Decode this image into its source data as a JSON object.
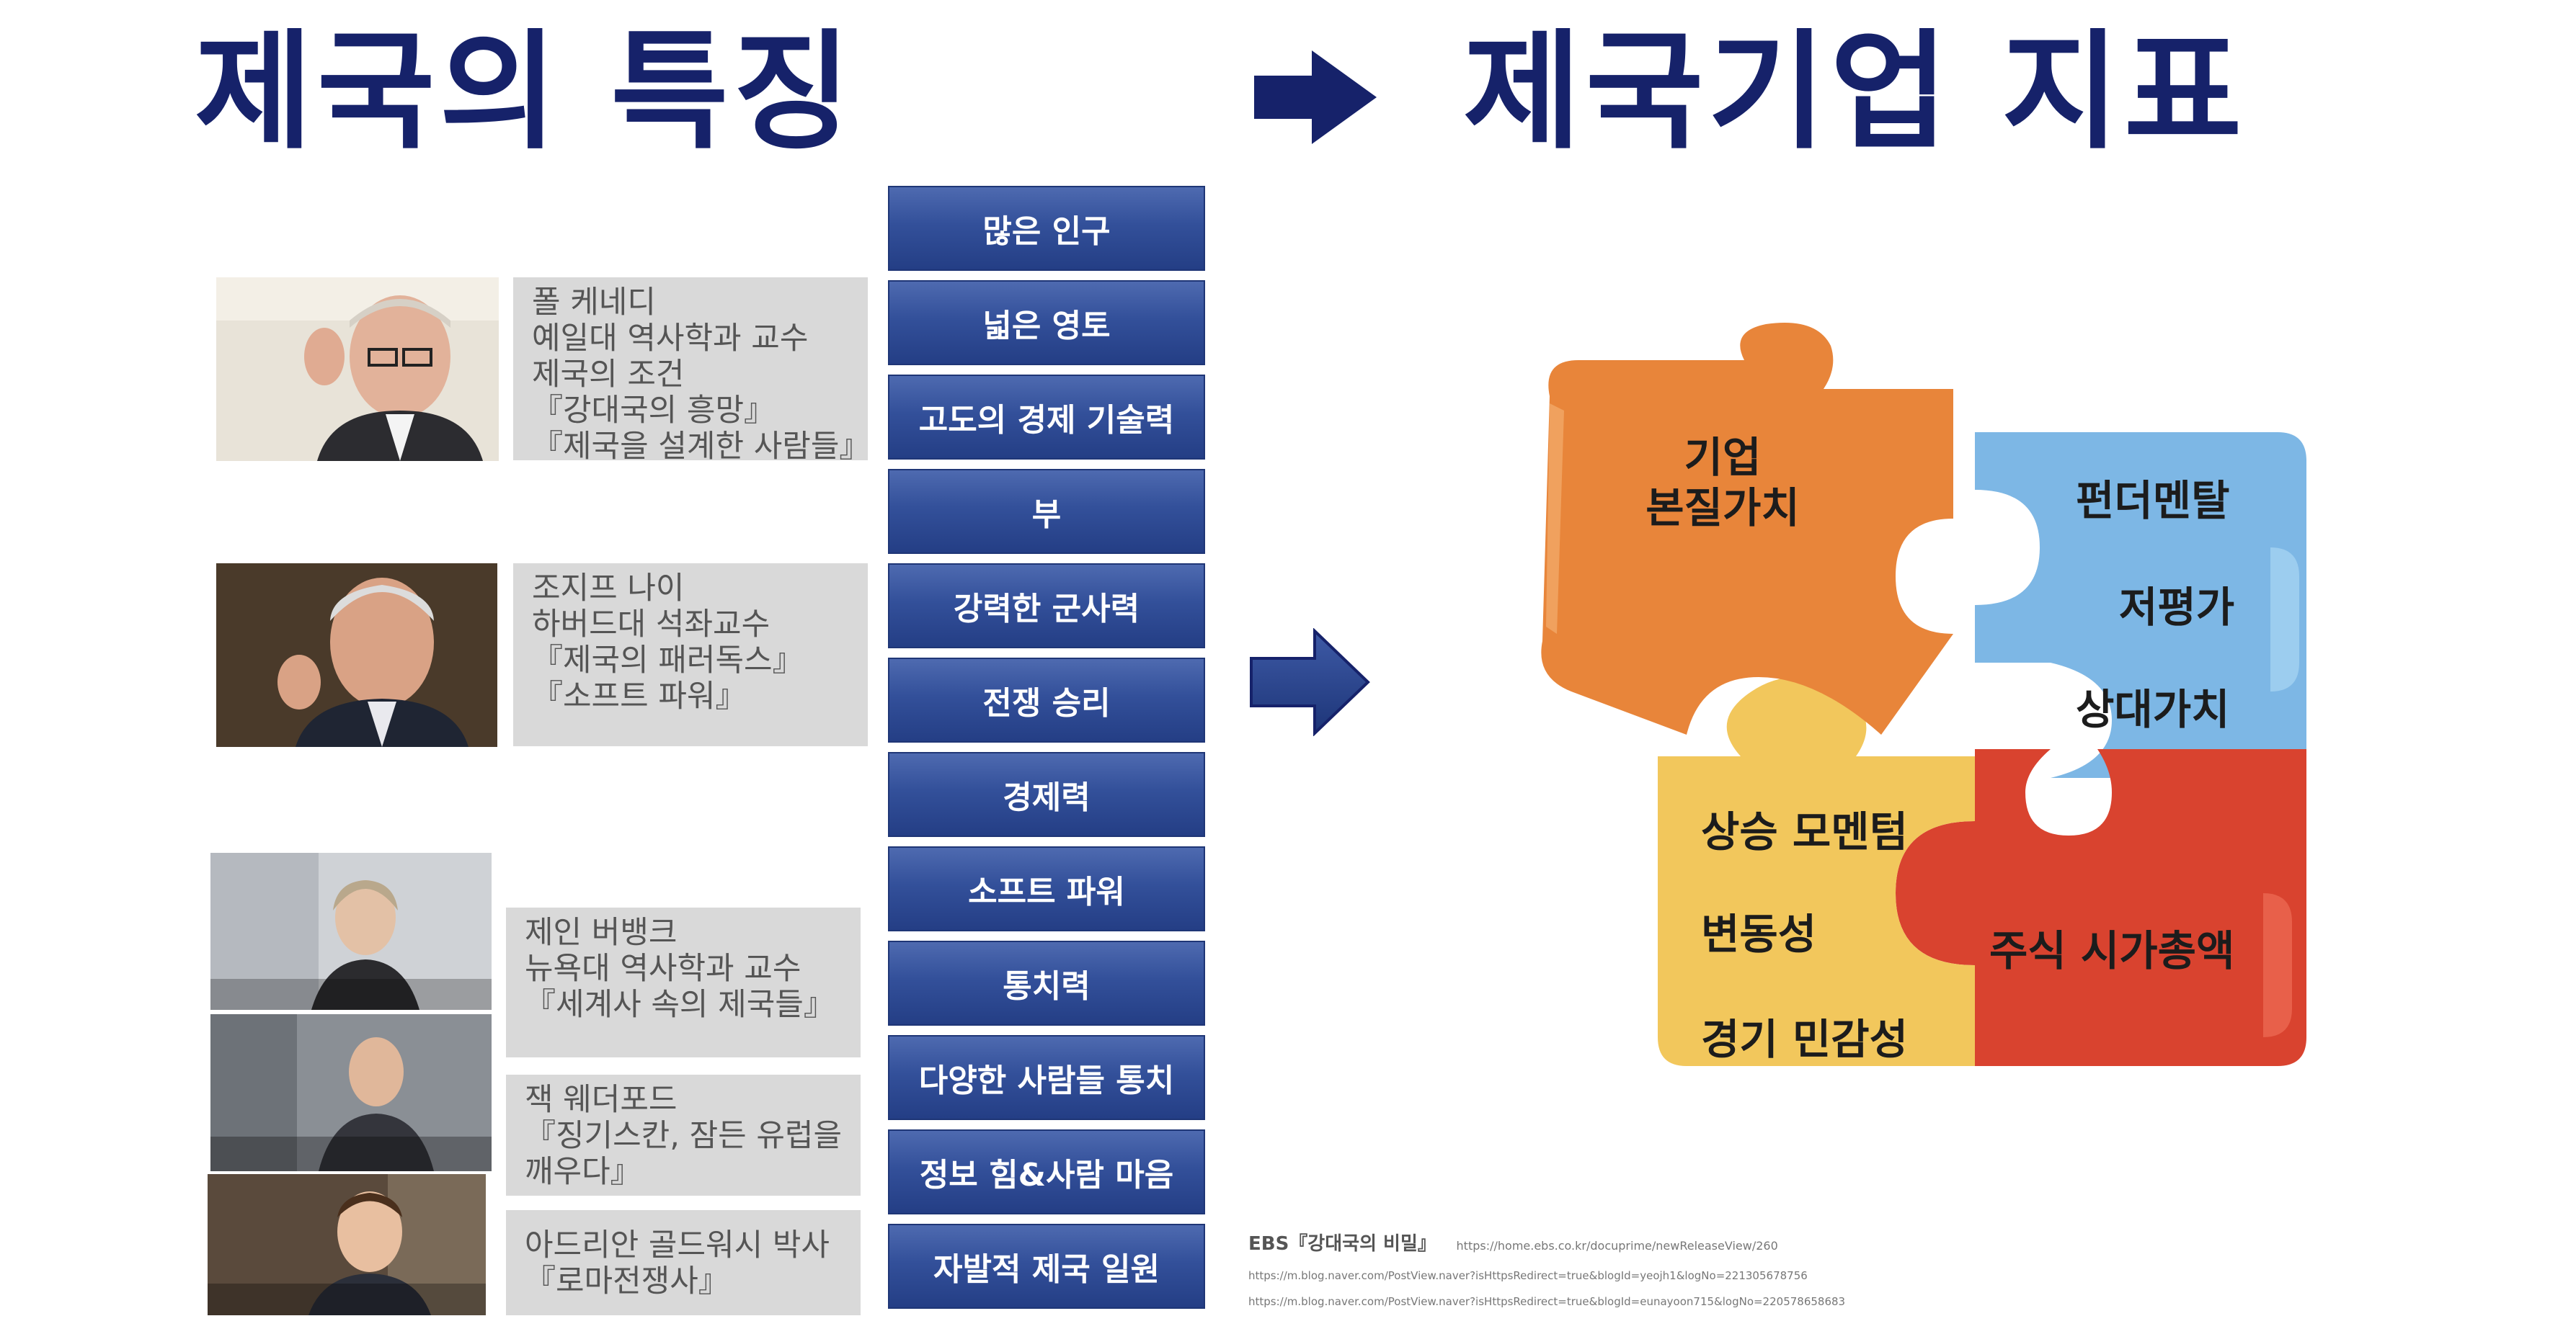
{
  "titles": {
    "left": "제국의 특징",
    "right": "제국기업 지표"
  },
  "icons": {
    "top_arrow": "right-arrow-icon",
    "middle_arrow": "right-block-arrow-icon"
  },
  "colors": {
    "title": "#16226a",
    "feature_box": "#33509a",
    "bio_box": "#d9d9d9",
    "puzzle_orange": "#e8853a",
    "puzzle_blue": "#7db7e5",
    "puzzle_yellow": "#f2c75c",
    "puzzle_red": "#d9432f"
  },
  "people": [
    {
      "lines": [
        "폴 케네디",
        "예일대 역사학과 교수",
        "제국의 조건",
        "『강대국의 흥망』",
        "『제국을 설계한 사람들』"
      ]
    },
    {
      "lines": [
        "조지프 나이",
        "하버드대 석좌교수",
        "『제국의 패러독스』",
        "『소프트 파워』"
      ]
    },
    {
      "lines": [
        "제인 버뱅크",
        "뉴욕대 역사학과 교수",
        "『세계사 속의 제국들』"
      ]
    },
    {
      "lines": [
        "잭 웨더포드",
        "『징기스칸, 잠든 유럽을",
        "깨우다』"
      ]
    },
    {
      "lines": [
        "아드리안 골드워시 박사",
        "『로마전쟁사』"
      ]
    }
  ],
  "features": [
    "많은 인구",
    "넓은 영토",
    "고도의 경제 기술력",
    "부",
    "강력한 군사력",
    "전쟁 승리",
    "경제력",
    "소프트 파워",
    "통치력",
    "다양한 사람들 통치",
    "정보 힘&사람 마음",
    "자발적 제국 일원"
  ],
  "puzzle": {
    "orange": [
      "기업",
      "본질가치"
    ],
    "blue": [
      "펀더멘탈",
      "저평가",
      "상대가치"
    ],
    "yellow": [
      "상승 모멘텀",
      "변동성",
      "경기 민감성"
    ],
    "red": "주식 시가총액"
  },
  "sources": {
    "title": "EBS『강대국의 비밀』",
    "url1": "https://home.ebs.co.kr/docuprime/newReleaseView/260",
    "url2": "https://m.blog.naver.com/PostView.naver?isHttpsRedirect=true&blogId=yeojh1&logNo=221305678756",
    "url3": "https://m.blog.naver.com/PostView.naver?isHttpsRedirect=true&blogId=eunayoon715&logNo=220578658683"
  }
}
